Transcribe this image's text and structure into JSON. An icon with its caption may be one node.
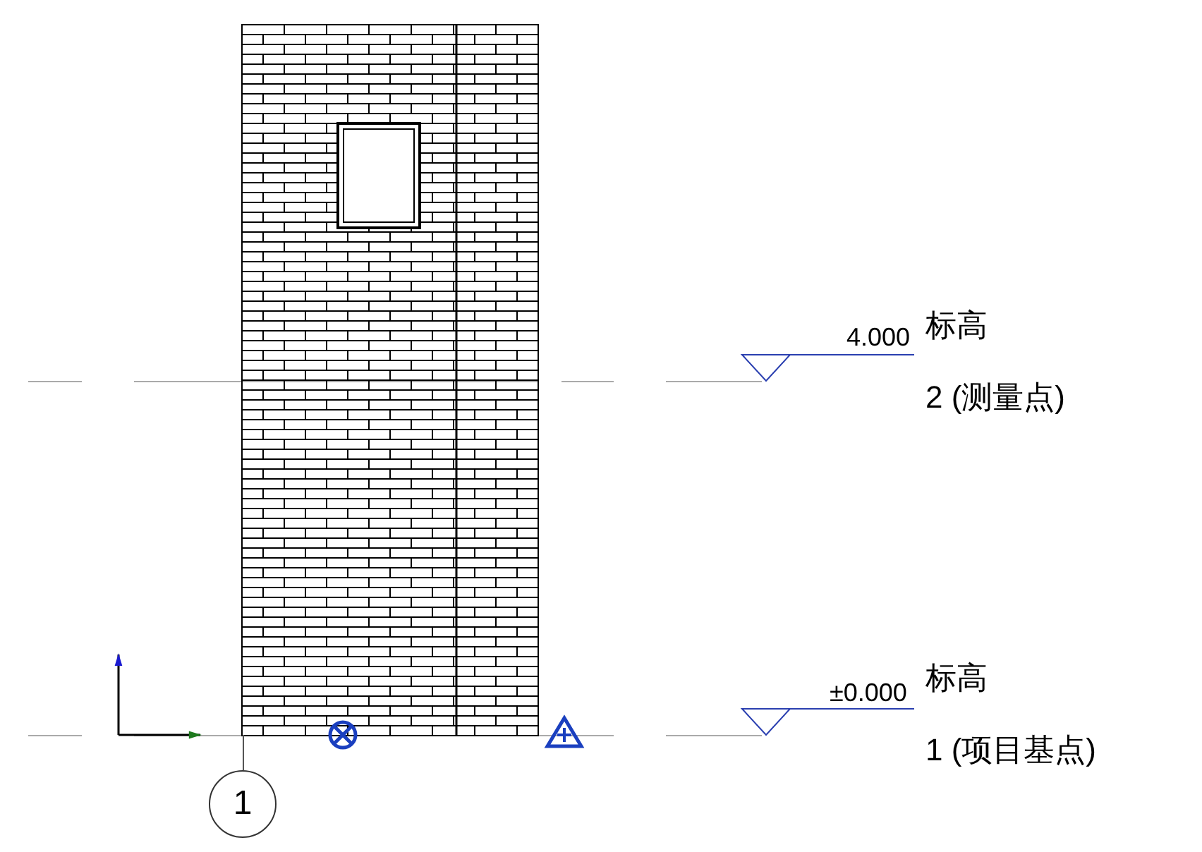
{
  "diagram": {
    "nodes": [
      {
        "text": [
          "1"
        ]
      }
    ],
    "labels": [
      "4.000",
      "标高",
      "2 (测量点)",
      "±0.000",
      "标高",
      "1 (项目基点)"
    ]
  }
}
